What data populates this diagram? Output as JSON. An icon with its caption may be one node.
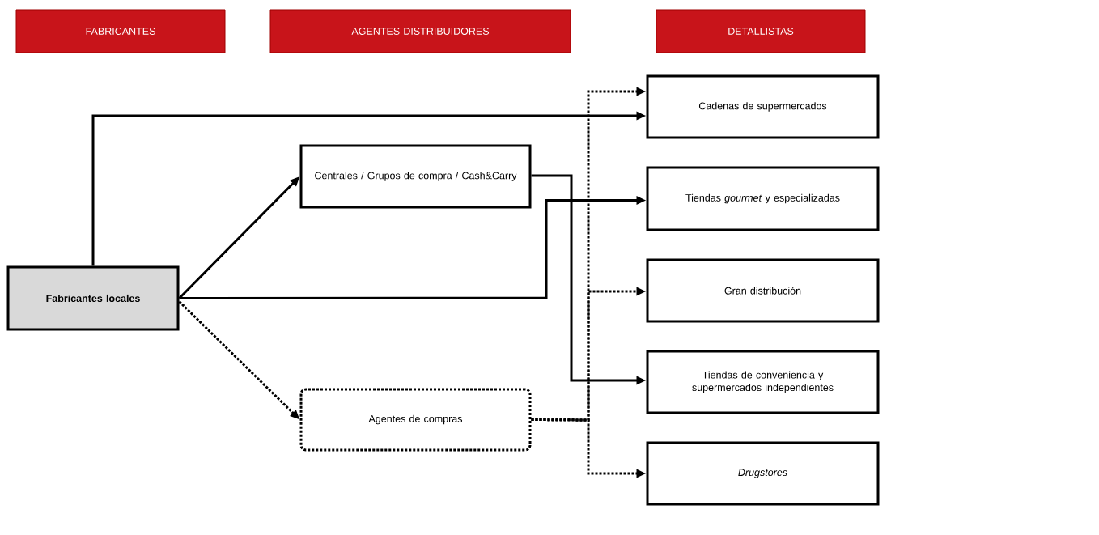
{
  "diagram": {
    "nodes": [
      {
        "text": [
          "FABRICANTES"
        ]
      },
      {
        "text": [
          "AGENTES DISTRIBUIDORES"
        ]
      },
      {
        "text": [
          "DETALLISTAS"
        ]
      },
      {
        "text": [
          "Fabricantes locales"
        ]
      },
      {
        "text": [
          "Centrales / Grupos de compra / Cash&Carry"
        ]
      },
      {
        "text": [
          "Agentes de compras"
        ]
      },
      {
        "text": [
          "Cadenas de supermercados"
        ]
      },
      {
        "text": [
          "Tiendas *gourmet* y especializadas"
        ]
      },
      {
        "text": [
          "Gran distribución"
        ]
      },
      {
        "text": [
          "Tiendas de conveniencia y supermercados independientes"
        ]
      },
      {
        "text": [
          "Drugstores"
        ]
      }
    ],
    "edges": [
      {
        "from": 3,
        "to": 6,
        "arrow": "to"
      },
      {
        "from": 3,
        "to": 4,
        "arrow": "to"
      },
      {
        "from": 3,
        "to": 7,
        "arrow": "to"
      },
      {
        "from": 4,
        "to": 9,
        "arrow": "to"
      },
      {
        "from": 3,
        "to": 5,
        "arrow": "to",
        "style": "dashed"
      },
      {
        "from": 5,
        "to": 6,
        "arrow": "to",
        "style": "dashed"
      },
      {
        "from": 5,
        "to": 8,
        "arrow": "to",
        "style": "dashed"
      },
      {
        "from": 5,
        "to": 10,
        "arrow": "to",
        "style": "dashed"
      }
    ]
  }
}
